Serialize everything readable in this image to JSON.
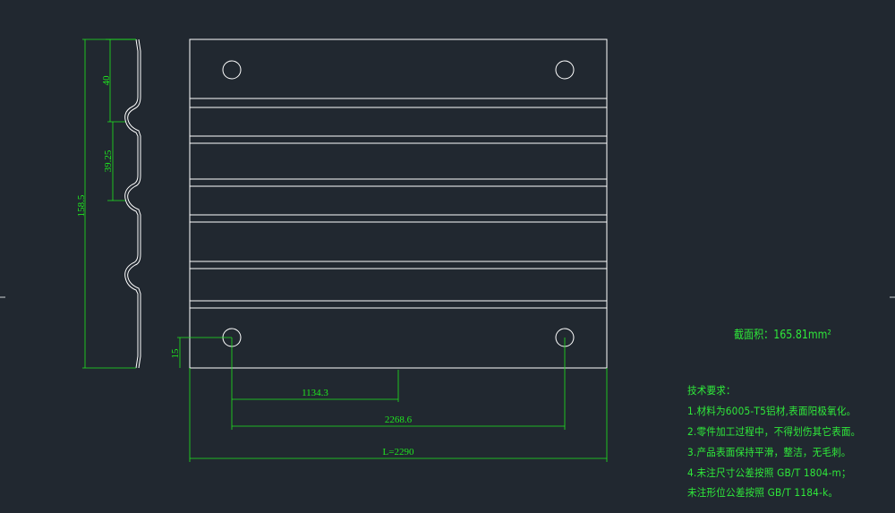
{
  "drawing": {
    "dims": {
      "height_total": "158.5",
      "upper": "40",
      "pitch": "39.25",
      "hole_offset": "15",
      "half_span": "1134.3",
      "hole_span": "2268.6",
      "length": "L=2290"
    },
    "section_area": {
      "label": "截面积：",
      "value": "165.81mm²"
    },
    "notes": {
      "title": "技术要求：",
      "items": [
        "1.材料为6005-T5铝材,表面阳极氧化。",
        "2.零件加工过程中，不得划伤其它表面。",
        "3.产品表面保持平滑，整洁，无毛刺。",
        "4.未注尺寸公差按照 GB/T 1804-m；",
        "  未注形位公差按照 GB/T 1184-k。"
      ]
    },
    "colors": {
      "background": "#212830",
      "geometry": "#ffffff",
      "dimension": "#1fe61f",
      "text": "#2fe83a"
    }
  }
}
